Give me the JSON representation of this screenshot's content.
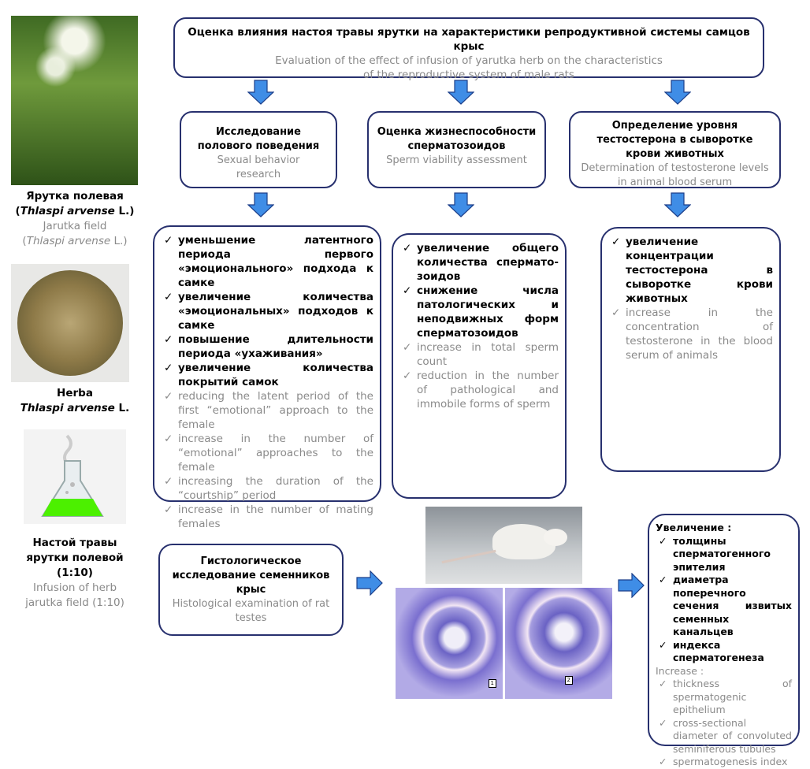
{
  "left": {
    "plant_caption": {
      "ru": "Ярутка полевая",
      "ru_latin_open": "(",
      "latin": "Thlaspi arvense",
      "ru_latin_close": " L.)",
      "en": "Jarutka field",
      "en_latin_open": "(",
      "en_latin_close": " L.)"
    },
    "herba_caption": {
      "title": "Herba",
      "latin": "Thlaspi arvense",
      "suffix": " L."
    },
    "infusion_caption": {
      "ru1": "Настой травы",
      "ru2": "ярутки полевой (1:10)",
      "en1": "Infusion of herb",
      "en2": "jarutka field (1:10)"
    }
  },
  "top": {
    "ru": "Оценка влияния настоя травы ярутки на характеристики репродуктивной системы самцов крыс",
    "en1": "Evaluation of the effect of infusion of yarutka herb on the characteristics",
    "en2": "of the reproductive system of male rats"
  },
  "branches": [
    {
      "ru": "Исследование полового поведения",
      "en": "Sexual behavior research",
      "items_ru": [
        "уменьшение латентного периода первого «эмоционального» подхода к самке",
        "увеличение количества «эмоциональных» подходов к самке",
        "повышение длительности периода «ухаживания»",
        "увеличение количества покрытий самок"
      ],
      "items_en": [
        "reducing the latent period of the first “emotional” approach to the female",
        "increase in the number of “emotional” approaches to the female",
        "increasing the duration of the “courtship” period",
        "increase in the number of mating females"
      ]
    },
    {
      "ru": "Оценка жизнеспособности сперматозоидов",
      "en": "Sperm viability assessment",
      "items_ru": [
        "увеличение общего количества спермато-зоидов",
        "снижение числа патологических и неподвижных форм сперматозоидов"
      ],
      "items_en": [
        "increase in total sperm count",
        "reduction in the number of pathological and immobile forms of sperm"
      ]
    },
    {
      "ru": "Определение уровня тестостерона в сыворотке крови животных",
      "en": "Determination of testosterone levels in animal blood serum",
      "items_ru": [
        "увеличение концентрации тестостерона в сыворотке крови животных"
      ],
      "items_en": [
        "increase in the concentration of testosterone in the blood serum of animals"
      ]
    }
  ],
  "histology": {
    "ru": "Гистологическое исследование семенников крыс",
    "en": "Histological examination of rat testes",
    "micro_labels": [
      "1",
      "2"
    ]
  },
  "result": {
    "ru_title": "Увеличение :",
    "items_ru": [
      "толщины сперматогенного эпителия",
      "диаметра поперечного сечения извитых семенных канальцев",
      "индекса сперматогенеза"
    ],
    "en_title": "Increase :",
    "items_en": [
      "thickness of spermatogenic epithelium",
      "cross-sectional diameter of convoluted seminiferous tubules",
      "spermatogenesis index"
    ]
  },
  "colors": {
    "border": "#27306e",
    "arrow": "#3f8de6",
    "gray": "#8a8a8a",
    "liquid": "#4cf000"
  }
}
